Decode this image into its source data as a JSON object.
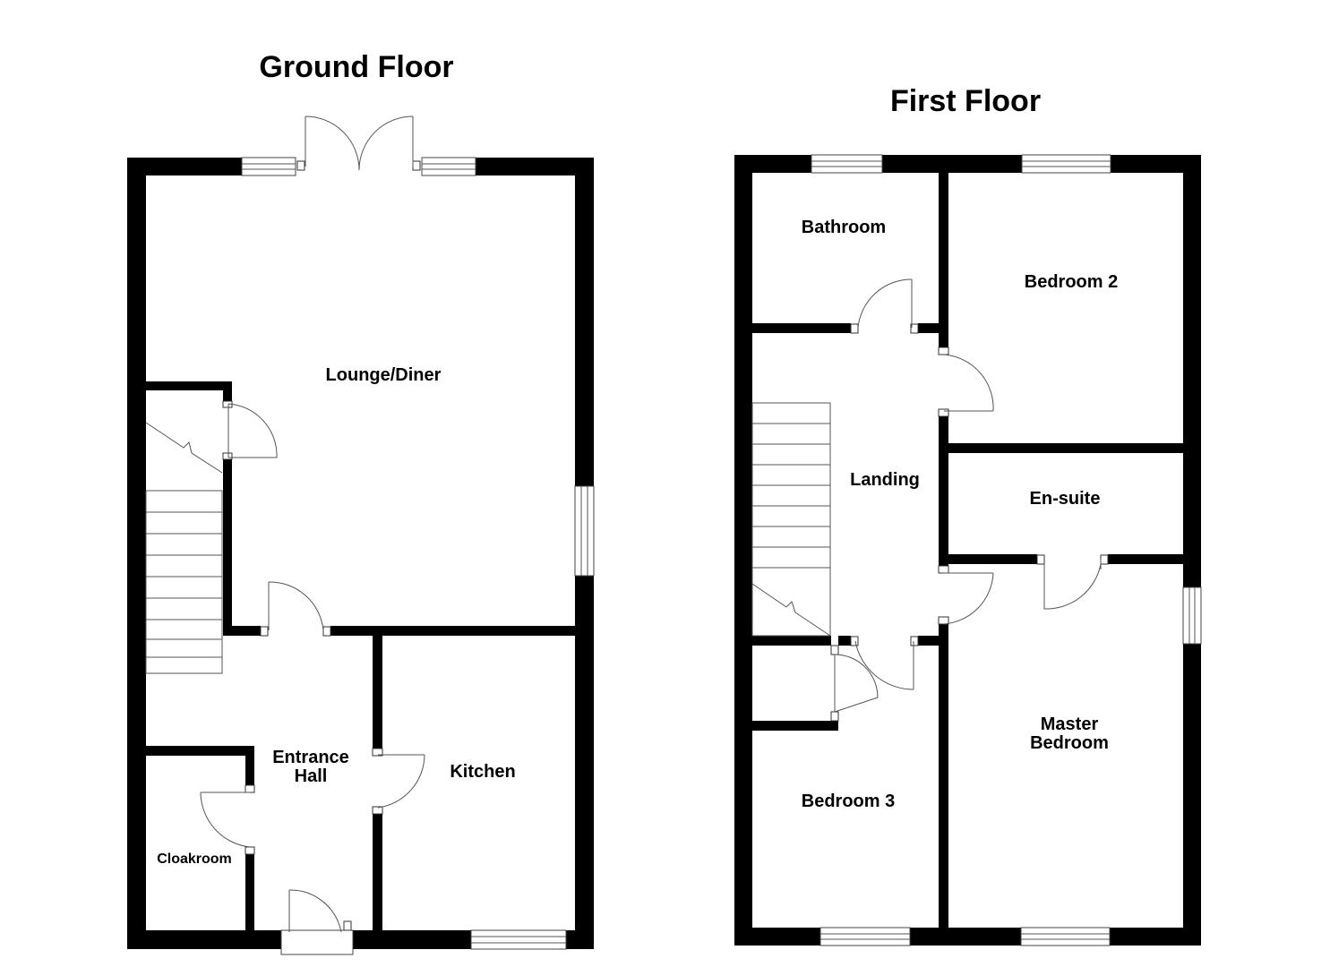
{
  "floors": {
    "ground": {
      "title": "Ground Floor",
      "rooms": {
        "lounge_diner": "Lounge/Diner",
        "entrance_hall_line1": "Entrance",
        "entrance_hall_line2": "Hall",
        "kitchen": "Kitchen",
        "cloakroom": "Cloakroom"
      }
    },
    "first": {
      "title": "First Floor",
      "rooms": {
        "bathroom": "Bathroom",
        "bedroom_2": "Bedroom 2",
        "landing": "Landing",
        "en_suite": "En-suite",
        "master_bedroom_line1": "Master",
        "master_bedroom_line2": "Bedroom",
        "bedroom_3": "Bedroom 3"
      }
    }
  }
}
